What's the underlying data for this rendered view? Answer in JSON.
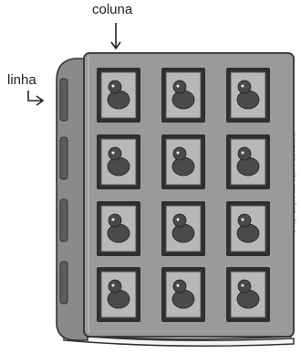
{
  "labels": {
    "column": "coluna",
    "row": "linha",
    "credit": "Dnepr Esquerda/Arquivo da editora"
  },
  "grid": {
    "rows": [
      [
        "dog-icon",
        "bird-icon",
        "penguin-icon"
      ],
      [
        "parrot-icon",
        "wolf-icon",
        "worm-icon"
      ],
      [
        "dolphin-icon",
        "lizard-icon",
        "elephant-icon"
      ],
      [
        "tiger-icon",
        "toucan-icon",
        "lion-icon"
      ]
    ]
  },
  "colors": {
    "book": "#9a9a9a",
    "spine": "#8a8a8a",
    "frame": "#2f2f2f",
    "picture": "#b8b8b8"
  }
}
